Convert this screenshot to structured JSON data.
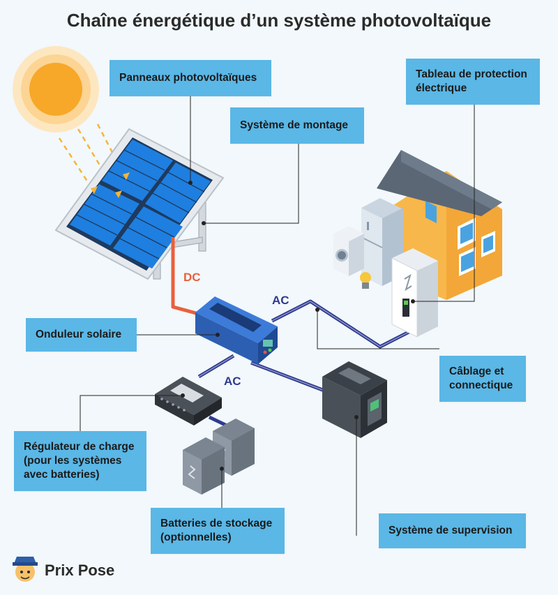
{
  "title": "Chaîne énergétique d’un système photovoltaïque",
  "labels": {
    "panneaux": "Panneaux photovoltaïques",
    "montage": "Système de montage",
    "tableau": "Tableau de protection électrique",
    "onduleur": "Onduleur solaire",
    "cablage": "Câblage et connectique",
    "regulateur": "Régulateur de charge (pour les systèmes avec batteries)",
    "batteries": "Batteries de stockage (optionnelles)",
    "supervision": "Système de supervision"
  },
  "flows": {
    "dc": "DC",
    "ac_top": "AC",
    "ac_bottom": "AC"
  },
  "colors": {
    "label_bg": "#5ab7e6",
    "dc": "#e8603c",
    "ac": "#2f3a8f",
    "panel": "#1e7fe0",
    "sun": "#f7a828"
  },
  "brand": {
    "name": "Prix Pose",
    "icon": "mascot-icon"
  }
}
